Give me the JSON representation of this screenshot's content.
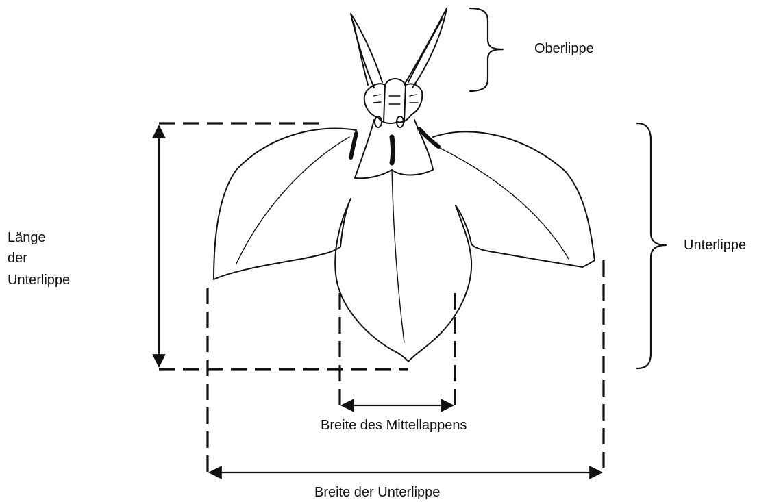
{
  "labels": {
    "oberlippe": "Oberlippe",
    "unterlippe": "Unterlippe",
    "laenge": [
      "Länge",
      "der",
      "Unterlippe"
    ],
    "breite_mittellappen": "Breite des Mittellappens",
    "breite_unterlippe": "Breite der Unterlippe"
  },
  "colors": {
    "ink": "#111111",
    "background": "#ffffff"
  }
}
